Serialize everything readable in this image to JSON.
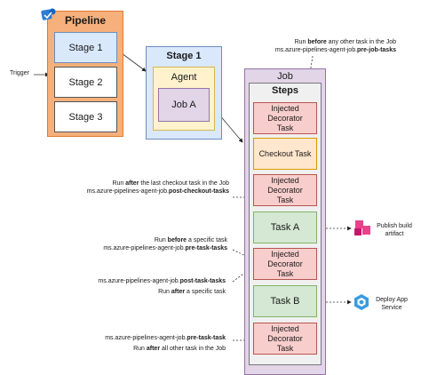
{
  "pipeline": {
    "title": "Pipeline",
    "stages": [
      "Stage 1",
      "Stage 2",
      "Stage 3"
    ],
    "trigger_label": "Trigger"
  },
  "stage_detail": {
    "title": "Stage 1",
    "agent_label": "Agent",
    "job_label": "Job A"
  },
  "job": {
    "title": "Job",
    "steps_title": "Steps",
    "steps": [
      {
        "label": "Injected Decorator Task",
        "kind": "decorator"
      },
      {
        "label": "Checkout Task",
        "kind": "checkout"
      },
      {
        "label": "Injected Decorator Task",
        "kind": "decorator"
      },
      {
        "label": "Task A",
        "kind": "task"
      },
      {
        "label": "Injected Decorator Task",
        "kind": "decorator"
      },
      {
        "label": "Task B",
        "kind": "task"
      },
      {
        "label": "Injected Decorator Task",
        "kind": "decorator"
      }
    ]
  },
  "annotations": {
    "pre_job": {
      "line1_pre": "Run ",
      "line1_bold": "before",
      "line1_post": " any other task in the Job",
      "line2_pre": "ms.azure-pipelines-agent-job.",
      "line2_bold": "pre-job-tasks"
    },
    "post_checkout": {
      "line1_pre": "Run ",
      "line1_bold": "after",
      "line1_post": " the last checkout task in the Job",
      "line2_pre": "ms.azure-pipelines-agent-job.",
      "line2_bold": "post-checkout-tasks"
    },
    "pre_task": {
      "line1_pre": "Run ",
      "line1_bold": "before",
      "line1_post": " a specific task",
      "line2_pre": "ms.azure-pipelines-agent-job.",
      "line2_bold": "pre-task-tasks"
    },
    "post_task": {
      "line1_pre": "ms.azure-pipelines-agent-job.",
      "line1_bold": "post-task-tasks",
      "line2_pre": "Run ",
      "line2_bold": "after",
      "line2_post": " a specific task"
    },
    "post_job": {
      "line1_pre": "ms.azure-pipelines-agent-job.",
      "line1_bold": "pre-task-task",
      "line2_pre": "Run ",
      "line2_bold": "after",
      "line2_post": " all other task in the Job"
    }
  },
  "side_labels": {
    "publish": "Publish build artifact",
    "deploy": "Deploy App Service"
  },
  "colors": {
    "pipeline_fill": "#f5b07c",
    "pipeline_stroke": "#e07a2c",
    "stage_fill": "#dae8fc",
    "stage_stroke": "#6c8ebf",
    "agent_fill": "#fff2cc",
    "agent_stroke": "#d6b656",
    "job_fill": "#e1d5e7",
    "job_stroke": "#9673a6",
    "decorator_fill": "#f8cecc",
    "decorator_stroke": "#b85450",
    "checkout_fill": "#ffe6cc",
    "checkout_stroke": "#d79b00",
    "task_fill": "#d5e8d4",
    "task_stroke": "#82b366",
    "publish_icon": "#e8428c",
    "deploy_icon": "#3a9be0"
  }
}
